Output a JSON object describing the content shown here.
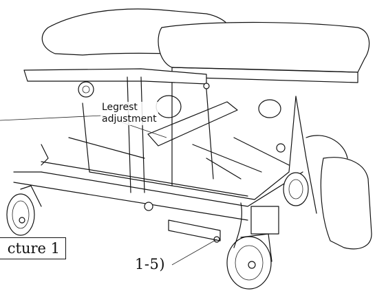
{
  "labels": {
    "legrest_line1": "Legrest",
    "legrest_line2": "adjustment",
    "part_ref": "1-5)",
    "picture": "cture 1"
  }
}
